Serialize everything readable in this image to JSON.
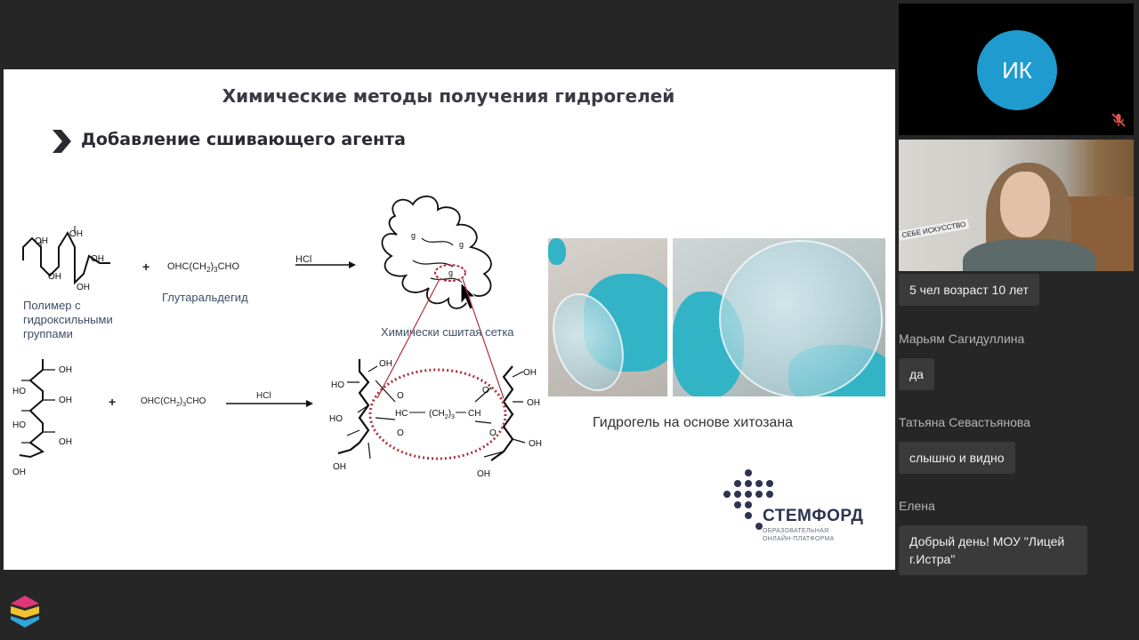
{
  "slide": {
    "title": "Химические методы получения гидрогелей",
    "subtitle": "Добавление сшивающего агента",
    "scheme": {
      "polymer_label": "Полимер с гидроксильными группами",
      "reagent_label": "Глутаральдегид",
      "reagent_formula_top": "OHC(CH",
      "reagent_formula_bottom": "OHC(CH",
      "catalyst_top": "HCl",
      "catalyst_bottom": "HCl",
      "network_label": "Химически сшитая сетка",
      "plus": "+",
      "oh": "OH",
      "ho": "HO",
      "bridge_left": "HC",
      "bridge_mid": "(CH",
      "bridge_right": "CH",
      "o": "O",
      "g": "g"
    },
    "photo_caption": "Гидрогель на основе хитозана",
    "brand": {
      "name": "СТЕМФОРД",
      "tagline_line1": "ОБРАЗОВАТЕЛЬНАЯ",
      "tagline_line2": "ОНЛАЙН-ПЛАТФОРМА"
    }
  },
  "participant": {
    "initials": "ИК",
    "mic_state": "muted"
  },
  "camera": {
    "sign_text": "СЕБЕ ИСКУССТВО"
  },
  "chat": {
    "messages": [
      {
        "author": "",
        "text": "5 чел возраст 10 лет"
      },
      {
        "author": "Марьям Сагидуллина",
        "text": "да"
      },
      {
        "author": "Татьяна Севастьянова",
        "text": "слышно и видно"
      },
      {
        "author": "Елена",
        "text": "Добрый день! МОУ \"Лицей г.Истра\""
      }
    ]
  },
  "colors": {
    "background": "#262626",
    "slide": "#ffffff",
    "avatar": "#1f9bd0",
    "bubble": "#3a3a3a",
    "crosslink": "#b0303a",
    "glove": "#33b3c6"
  }
}
